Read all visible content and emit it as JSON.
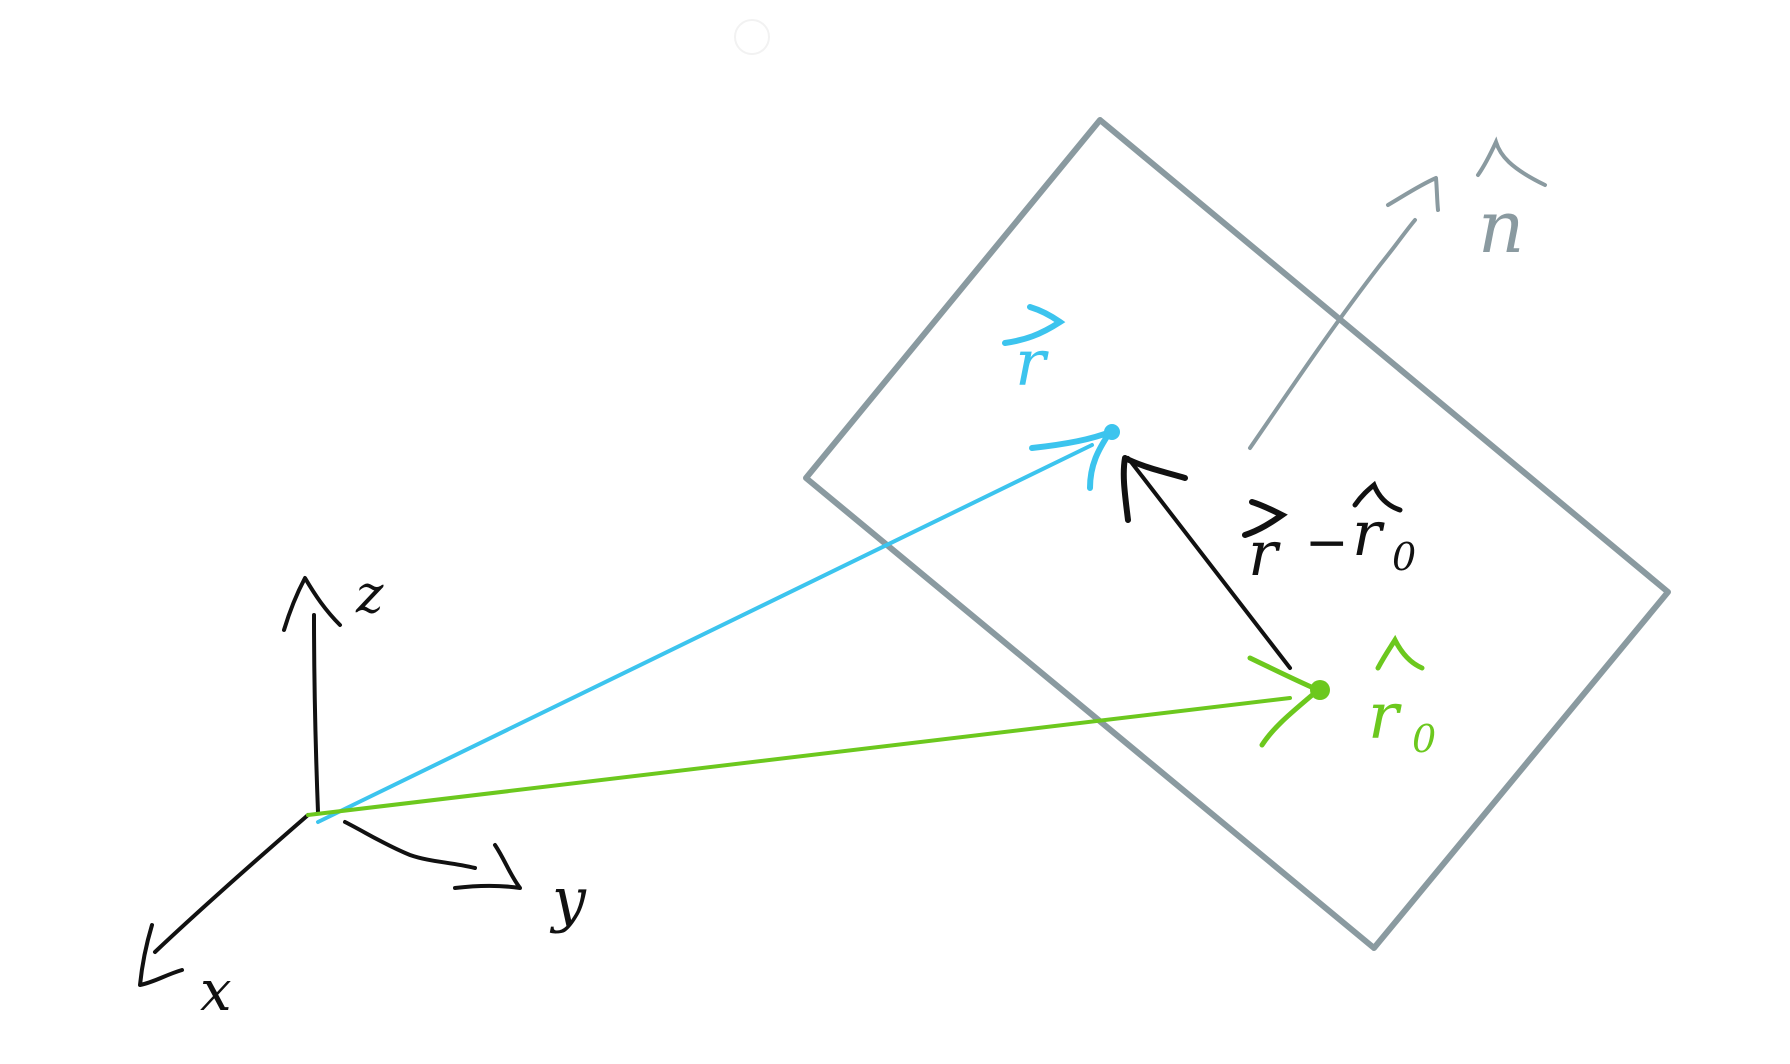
{
  "diagram": {
    "axes": {
      "x_label": "x",
      "y_label": "y",
      "z_label": "z"
    },
    "plane": {
      "normal_label": "n"
    },
    "point_r": {
      "label": "r"
    },
    "point_r0": {
      "label": "r",
      "subscript": "0"
    },
    "difference_vector": {
      "label_left": "r",
      "minus": "−",
      "label_right": "r",
      "subscript": "0"
    }
  },
  "colors": {
    "axes": "#111111",
    "plane": "#8a9aa0",
    "normal": "#8a9aa0",
    "r_vector": "#3cc4ee",
    "r0_vector": "#6cc81e",
    "difference_vector": "#111111",
    "background": "#ffffff"
  }
}
